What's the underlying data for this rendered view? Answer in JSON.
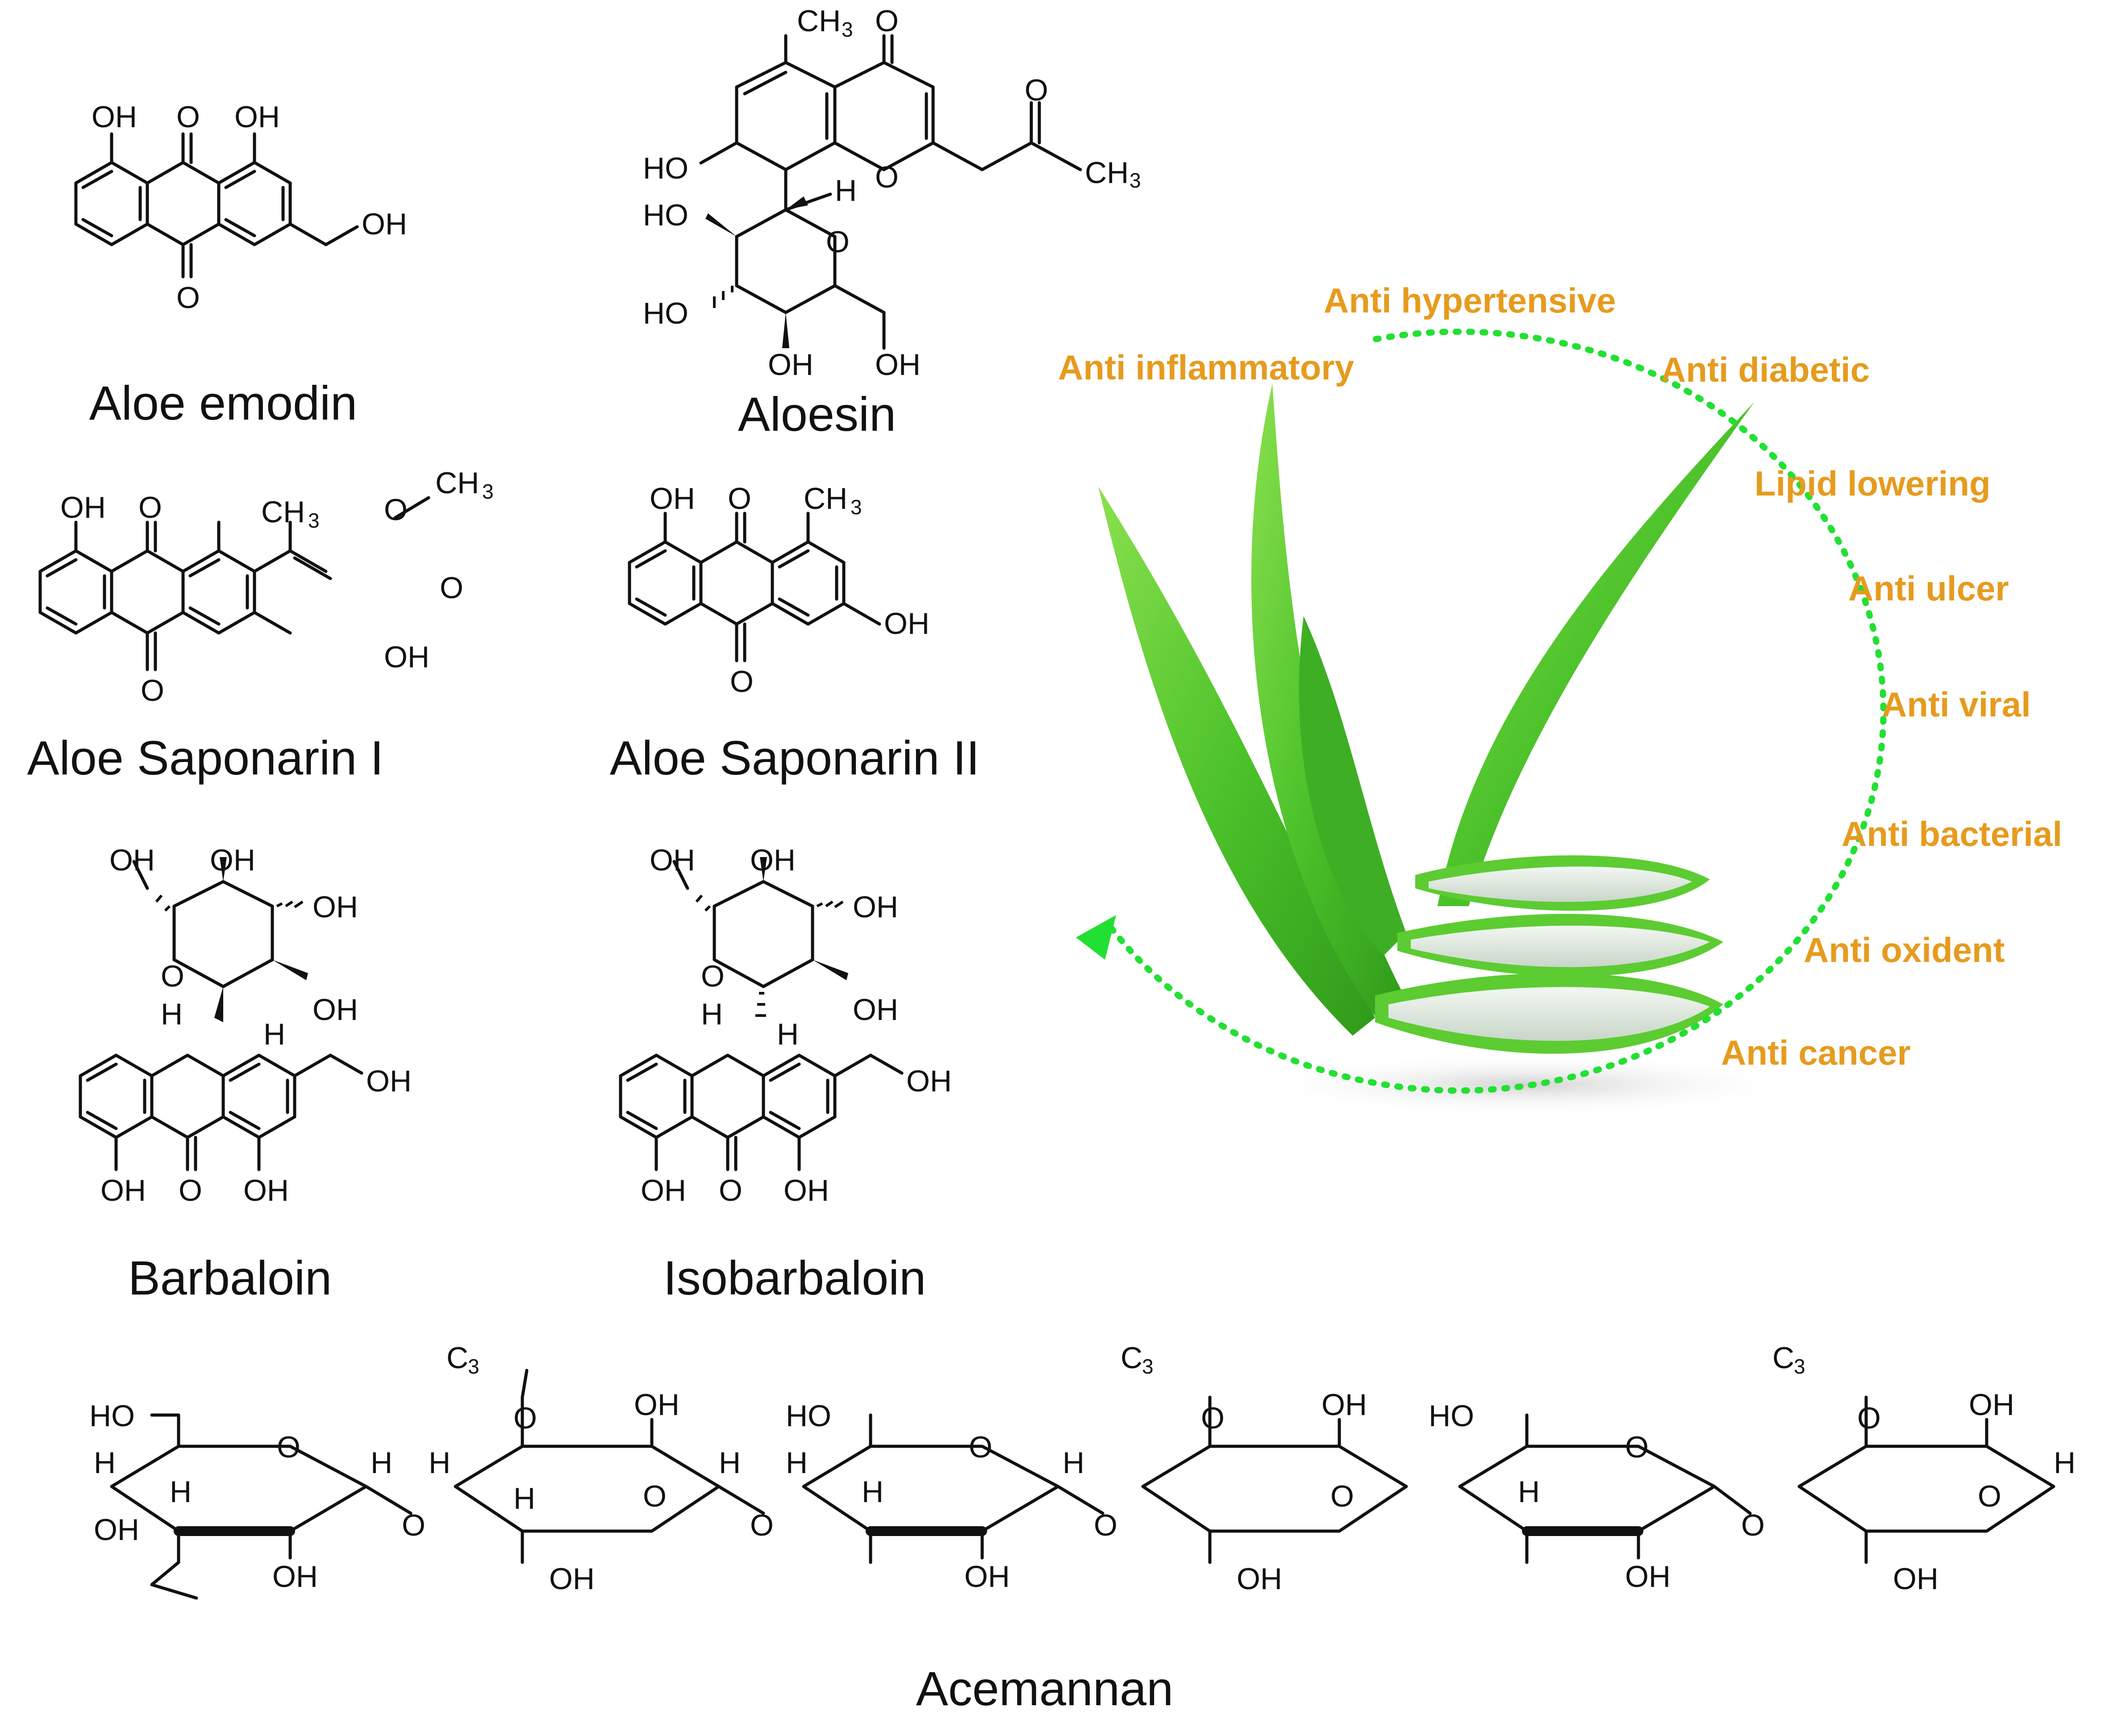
{
  "compounds": {
    "aloe_emodin": {
      "name": "Aloe emodin",
      "labels": [
        "OH",
        "O",
        "OH",
        "OH",
        "O"
      ]
    },
    "aloesin": {
      "name": "Aloesin",
      "labels": [
        "CH",
        "3",
        "O",
        "HO",
        "O",
        "O",
        "CH",
        "3",
        "H",
        "HO",
        "O",
        "HO",
        "OH",
        "OH"
      ]
    },
    "saponarin_1": {
      "name": "Aloe Saponarin I",
      "labels": [
        "OH",
        "O",
        "CH",
        "3",
        "O",
        "CH",
        "3",
        "O",
        "OH",
        "O"
      ]
    },
    "saponarin_2": {
      "name": "Aloe Saponarin II",
      "labels": [
        "OH",
        "O",
        "CH",
        "3",
        "OH",
        "O"
      ]
    },
    "barbaloin": {
      "name": "Barbaloin",
      "labels": [
        "OH",
        "OH",
        "OH",
        "O",
        "OH",
        "H",
        "H",
        "OH",
        "OH",
        "O",
        "OH"
      ]
    },
    "isobarbaloin": {
      "name": "Isobarbaloin",
      "labels": [
        "OH",
        "OH",
        "OH",
        "O",
        "OH",
        "H",
        "H",
        "OH",
        "OH",
        "O",
        "OH"
      ]
    },
    "acemannan": {
      "name": "Acemannan",
      "labels": [
        "HO",
        "O",
        "H",
        "H",
        "H",
        "OH",
        "OH",
        "H",
        "C",
        "3",
        "O",
        "O",
        "OH",
        "H",
        "H",
        "O",
        "OH",
        "H",
        "O"
      ]
    }
  },
  "activities": [
    "Anti hypertensive",
    "Anti inflammatory",
    "Anti diabetic",
    "Lipid lowering",
    "Anti ulcer",
    "Anti viral",
    "Anti bacterial",
    "Anti oxident",
    "Anti cancer"
  ],
  "colors": {
    "activity_text": "#e69b1e",
    "dotted_circle": "#22e033",
    "aloe_leaf": "#4cc22a",
    "structure_ink": "#111111"
  },
  "icons": {
    "plant": "aloe-vera-plant-illustration",
    "arrow": "dotted-circle-arrowhead"
  }
}
